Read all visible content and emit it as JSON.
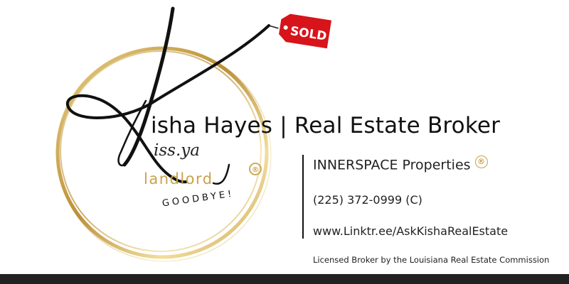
{
  "logo": {
    "tagline_top": "iss.ya",
    "tagline_mid": "landlord",
    "tagline_bottom": "GOODBYE!",
    "tag_text": "SOLD",
    "registered_symbol": "®",
    "colors": {
      "gold": "#c9a24a",
      "tag_red": "#d7141a",
      "ink": "#111111"
    }
  },
  "headline": "isha Hayes | Real Estate Broker",
  "company": {
    "name": "INNERSPACE Properties",
    "registered_symbol": "®"
  },
  "contact": {
    "phone": "(225) 372-0999 (C)",
    "link": "www.Linktr.ee/AskKishaRealEstate"
  },
  "license": "Licensed Broker by the Louisiana Real Estate Commission",
  "colors": {
    "footer": "#222222"
  }
}
